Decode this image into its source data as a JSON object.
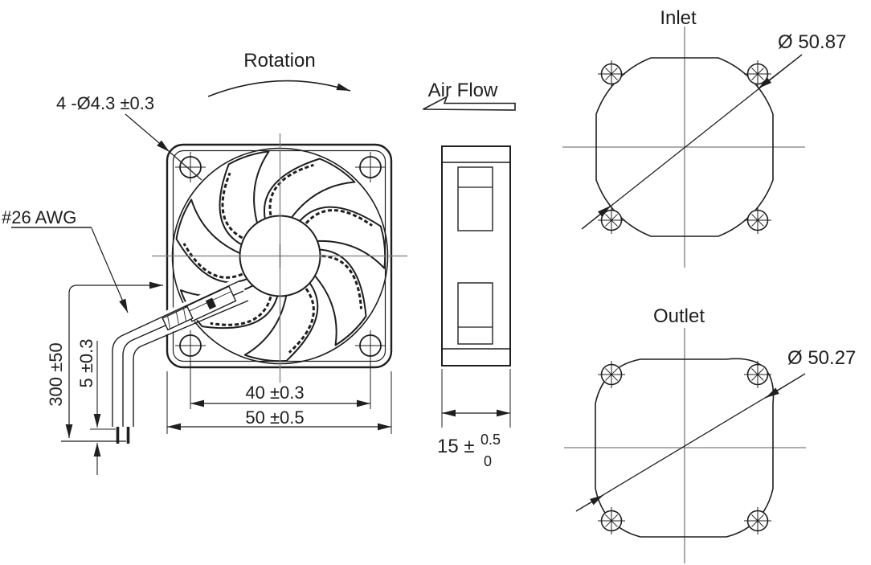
{
  "front_view": {
    "rotation_label": "Rotation",
    "mounting_holes_dim": "4 -Ø4.3 ±0.3",
    "lead_wire_gauge": "#26 AWG",
    "lead_length_dim": "300 ±50",
    "lead_strip_dim": "5 ±0.3",
    "hole_pitch_dim": "40 ±0.3",
    "frame_size_dim": "50 ±0.5"
  },
  "side_view": {
    "air_flow_label": "Air Flow",
    "thickness_dim_value": "15 ±",
    "thickness_tol_upper": "0.5",
    "thickness_tol_lower": "0"
  },
  "inlet_view": {
    "title": "Inlet",
    "diameter_dim": "Ø 50.87"
  },
  "outlet_view": {
    "title": "Outlet",
    "diameter_dim": "Ø 50.27"
  },
  "colors": {
    "line": "#1f1f1f",
    "centerline": "#7d7d7d",
    "dimension": "#1f1f1f",
    "background": "#ffffff"
  }
}
